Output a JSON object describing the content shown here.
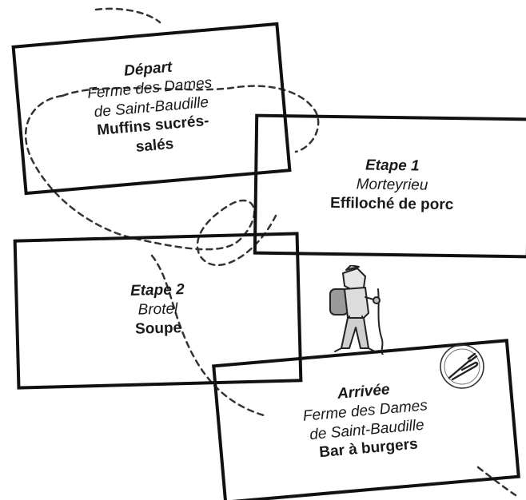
{
  "steps": {
    "depart": {
      "title": "Départ",
      "place_line1": "Ferme des Dames",
      "place_line2": "de Saint-Baudille",
      "dish": "Muffins sucrés-salés"
    },
    "etape1": {
      "title": "Etape 1",
      "place": "Morteyrieu",
      "dish": "Effiloché de porc"
    },
    "etape2": {
      "title": "Etape 2",
      "place": "Brotel",
      "dish": "Soupe"
    },
    "arrivee": {
      "title": "Arrivée",
      "place_line1": "Ferme des Dames",
      "place_line2": "de Saint-Baudille",
      "dish": "Bar à burgers"
    }
  },
  "icons": {
    "hiker": "hiker-icon",
    "cutlery": "fork-knife-icon"
  },
  "colors": {
    "ink": "#111111",
    "trail": "#333333",
    "hiker_fill": "#d9d9d9"
  }
}
